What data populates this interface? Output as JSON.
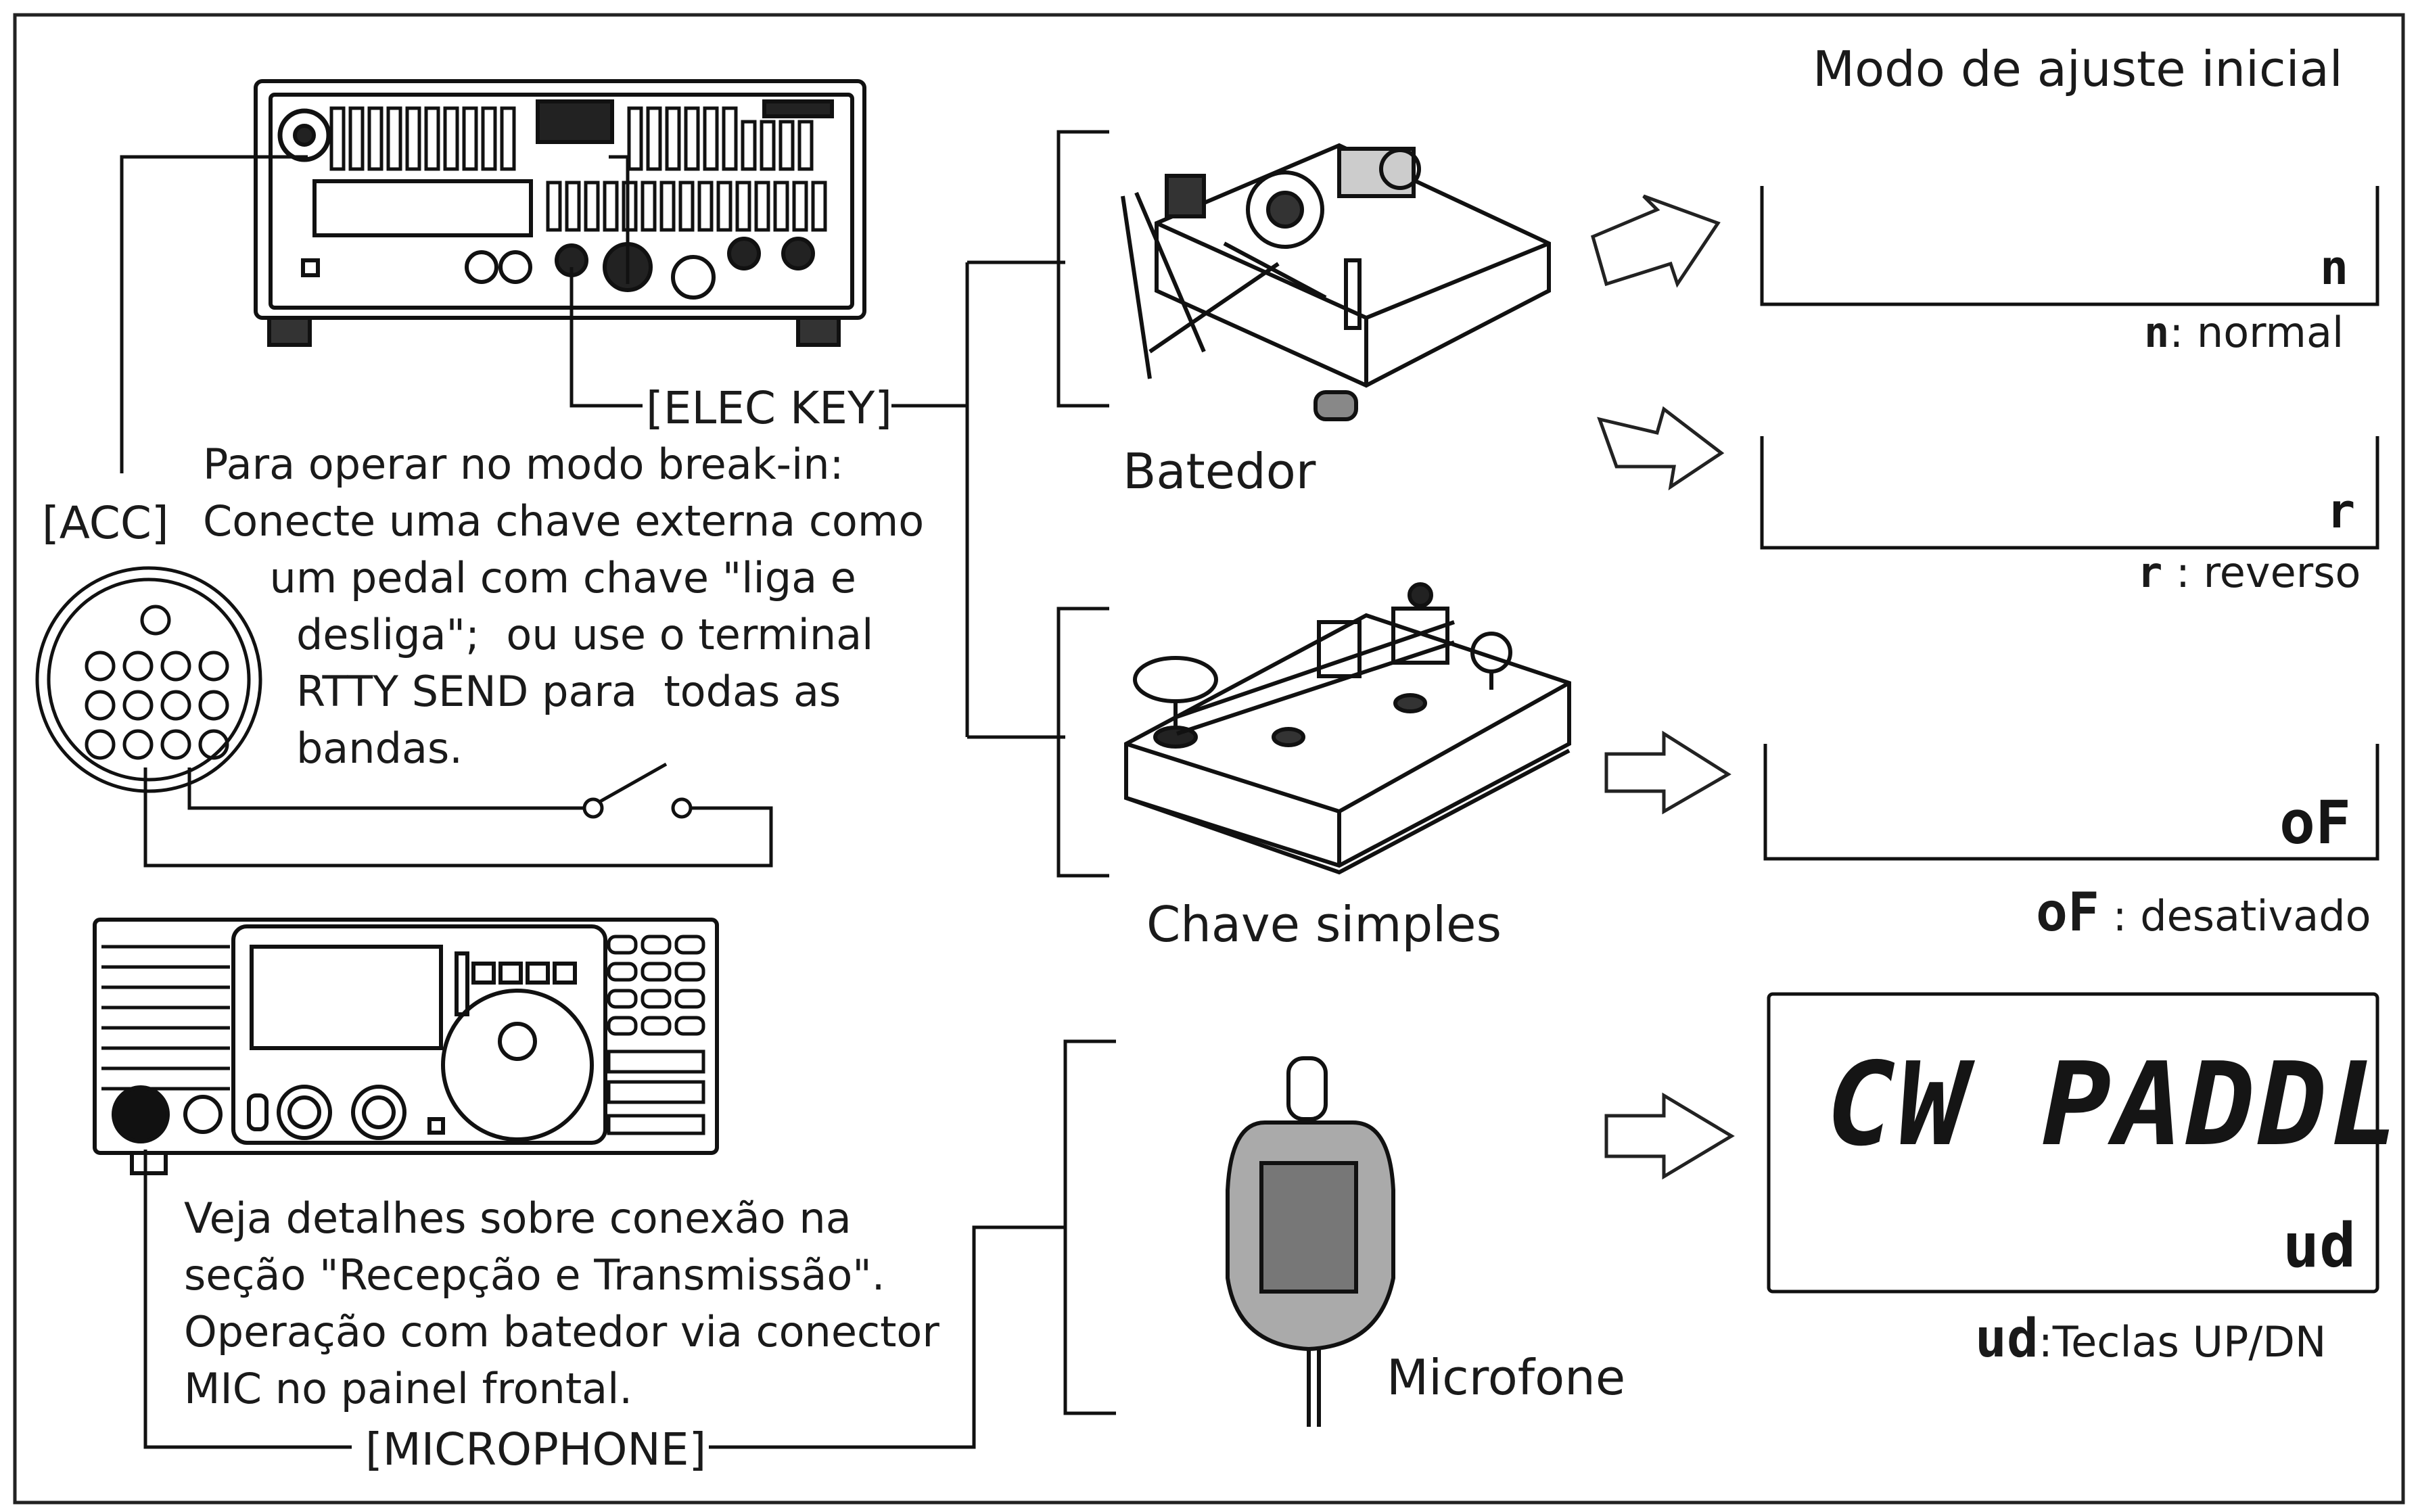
{
  "title": "Modo de ajuste inicial",
  "labels": {
    "elec_key": "[ELEC KEY]",
    "acc": "[ACC]",
    "microphone": "[MICROPHONE]",
    "batedor": "Batedor",
    "chave_simples": "Chave simples",
    "microfone": "Microfone"
  },
  "texts": {
    "break_in": "Para operar no modo break-in:\nConecte uma chave externa como\n     um pedal com chave \"liga e\n       desliga\";  ou use o terminal\n       RTTY SEND para  todas as\n       bandas.",
    "details": "Veja detalhes sobre conexão na\nseção \"Recepção e Transmissão\".\nOperação com batedor via conector\nMIC no painel frontal."
  },
  "displays": [
    {
      "code": "n",
      "legend_code": "n",
      "legend_text": ": normal"
    },
    {
      "code": "r",
      "legend_code": "r",
      "legend_text": " : reverso"
    },
    {
      "code": "oF",
      "legend_code": "oF",
      "legend_text": " : desativado"
    },
    {
      "code": "ud",
      "main": "CW PADDL",
      "legend_code": "ud",
      "legend_text": ":Teclas UP/DN"
    }
  ]
}
